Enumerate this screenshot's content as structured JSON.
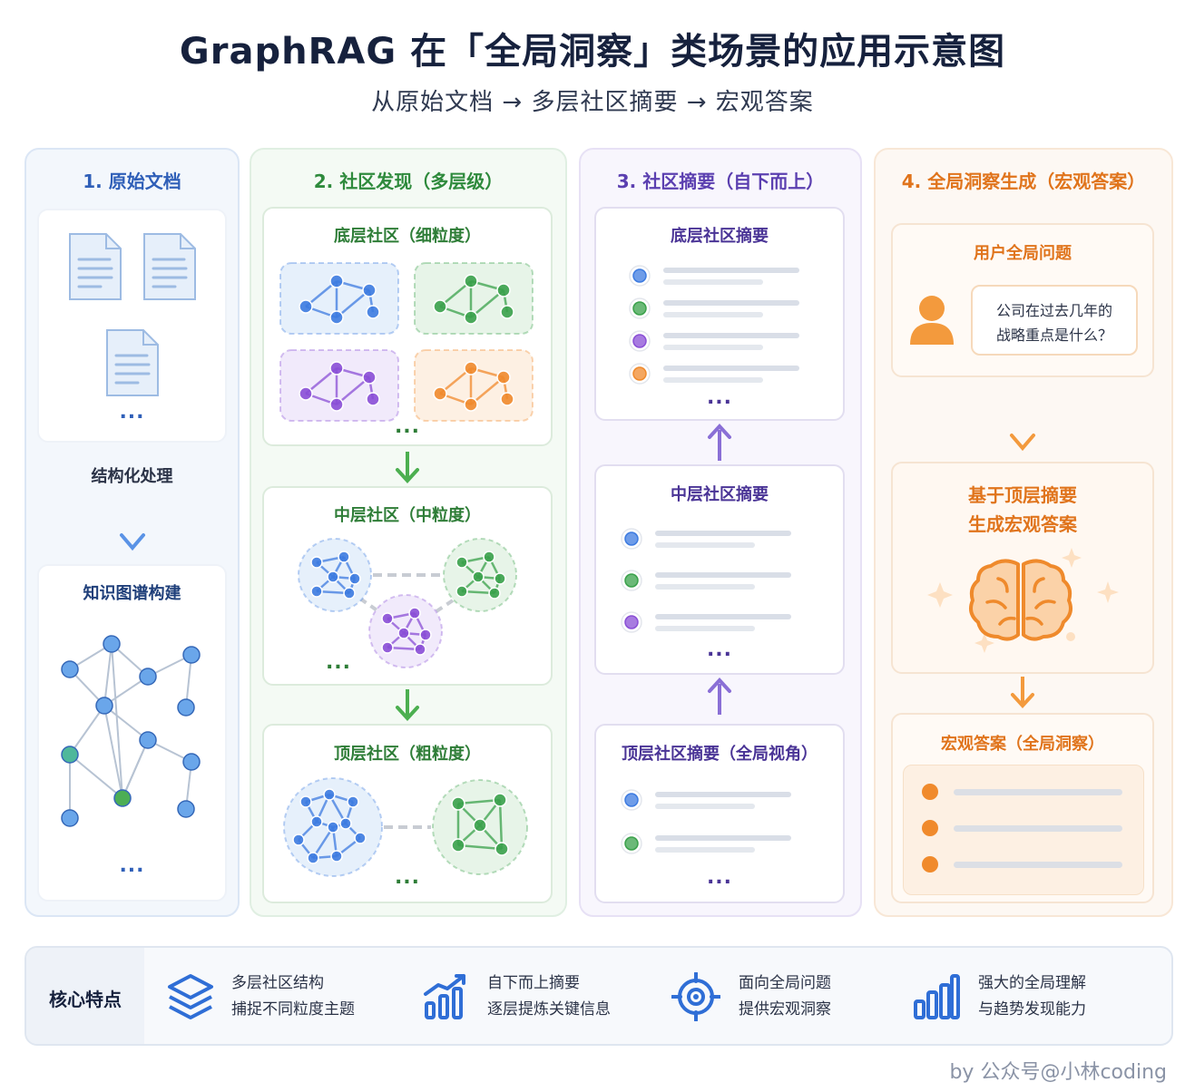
{
  "header": {
    "title": "GraphRAG 在「全局洞察」类场景的应用示意图",
    "subtitle": "从原始文档 → 多层社区摘要 → 宏观答案"
  },
  "columns": {
    "c1": {
      "title": "1. 原始文档",
      "doc_ellipsis": "...",
      "process_label": "结构化处理",
      "kg_title": "知识图谱构建",
      "kg_ellipsis": "..."
    },
    "c2": {
      "title": "2. 社区发现（多层级）",
      "bottom": {
        "title": "底层社区（细粒度）",
        "ellipsis": "..."
      },
      "middle": {
        "title": "中层社区（中粒度）",
        "ellipsis": "..."
      },
      "top": {
        "title": "顶层社区（粗粒度）",
        "ellipsis": "..."
      }
    },
    "c3": {
      "title": "3. 社区摘要（自下而上）",
      "bottom": {
        "title": "底层社区摘要",
        "ellipsis": "..."
      },
      "middle": {
        "title": "中层社区摘要",
        "ellipsis": "..."
      },
      "top": {
        "title": "顶层社区摘要（全局视角）",
        "ellipsis": "..."
      }
    },
    "c4": {
      "title": "4. 全局洞察生成（宏观答案）",
      "question_title": "用户全局问题",
      "question_text_1": "公司在过去几年的",
      "question_text_2": "战略重点是什么？",
      "gen_title_1": "基于顶层摘要",
      "gen_title_2": "生成宏观答案",
      "answer_title": "宏观答案（全局洞察）"
    }
  },
  "features": {
    "label": "核心特点",
    "items": [
      {
        "icon": "layers-icon",
        "line1": "多层社区结构",
        "line2": "捕捉不同粒度主题"
      },
      {
        "icon": "trend-chart-icon",
        "line1": "自下而上摘要",
        "line2": "逐层提炼关键信息"
      },
      {
        "icon": "target-icon",
        "line1": "面向全局问题",
        "line2": "提供宏观洞察"
      },
      {
        "icon": "bar-chart-icon",
        "line1": "强大的全局理解",
        "line2": "与趋势发现能力"
      }
    ]
  },
  "footer": {
    "credit": "by 公众号@小林coding"
  },
  "colors": {
    "blue": "#3d7be0",
    "green": "#3aa14b",
    "purple": "#8a4fd6",
    "orange": "#f08a2c",
    "navy": "#16213d"
  }
}
